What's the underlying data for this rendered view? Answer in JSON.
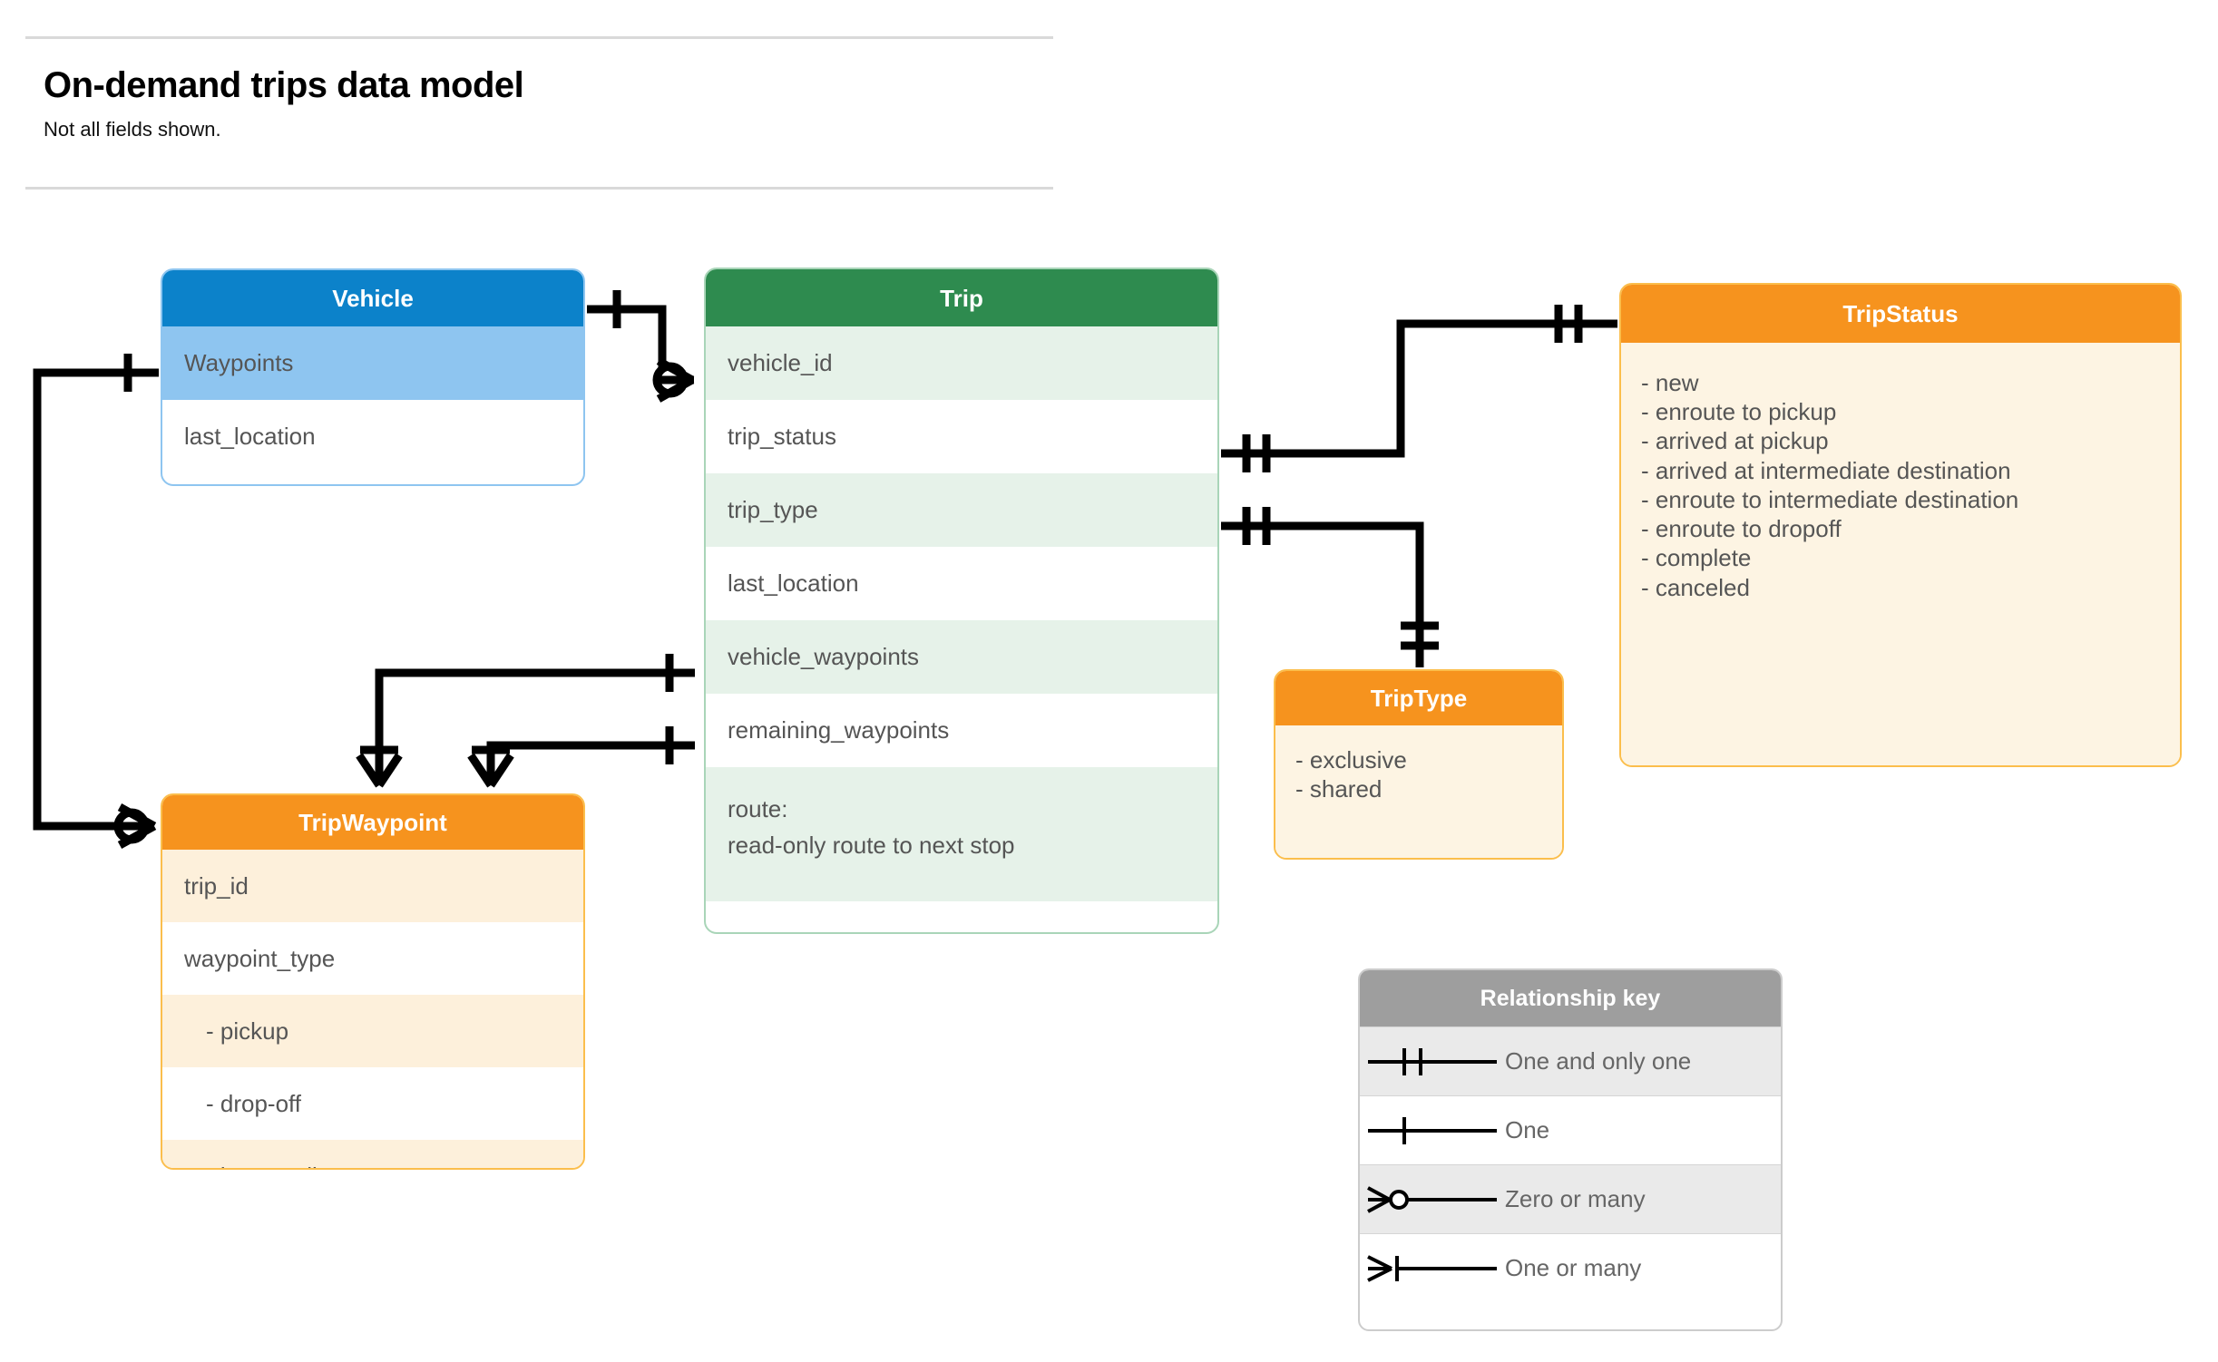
{
  "header": {
    "title": "On-demand trips data model",
    "subtitle": "Not all fields shown."
  },
  "entities": {
    "vehicle": {
      "title": "Vehicle",
      "header_color": "#0c82ca",
      "rows": [
        {
          "label": "Waypoints"
        },
        {
          "label": "last_location"
        }
      ]
    },
    "trip": {
      "title": "Trip",
      "header_color": "#2e8b4f",
      "rows": [
        {
          "label": "vehicle_id"
        },
        {
          "label": "trip_status"
        },
        {
          "label": "trip_type"
        },
        {
          "label": "last_location"
        },
        {
          "label": "vehicle_waypoints"
        },
        {
          "label": "remaining_waypoints"
        }
      ],
      "route_row": {
        "line1": "route:",
        "line2": "read-only route to next stop"
      }
    },
    "trip_status": {
      "title": "TripStatus",
      "header_color": "#f6931e",
      "values": [
        "- new",
        "- enroute to pickup",
        "- arrived at pickup",
        "- arrived at intermediate destination",
        "- enroute to intermediate destination",
        "- enroute to dropoff",
        "- complete",
        "- canceled"
      ]
    },
    "trip_type": {
      "title": "TripType",
      "header_color": "#f6931e",
      "values": [
        "- exclusive",
        "- shared"
      ]
    },
    "trip_waypoint": {
      "title": "TripWaypoint",
      "header_color": "#f6931e",
      "rows": [
        {
          "label": "trip_id"
        },
        {
          "label": "waypoint_type"
        },
        {
          "label": "-  pickup"
        },
        {
          "label": "-  drop-off"
        },
        {
          "label": "-  intermediate"
        }
      ]
    }
  },
  "relationship_key": {
    "title": "Relationship key",
    "rows": [
      {
        "symbol": "one-and-only-one-symbol",
        "label": "One and only one"
      },
      {
        "symbol": "one-symbol",
        "label": "One"
      },
      {
        "symbol": "zero-or-many-symbol",
        "label": "Zero or many"
      },
      {
        "symbol": "one-or-many-symbol",
        "label": "One or many"
      }
    ]
  },
  "relationships": [
    {
      "from": "Vehicle",
      "to": "Trip.vehicle_id",
      "from_card": "One",
      "to_card": "Zero or many"
    },
    {
      "from": "Vehicle.Waypoints",
      "to": "TripWaypoint",
      "from_card": "One",
      "to_card": "Zero or many"
    },
    {
      "from": "Trip.trip_status",
      "to": "TripStatus",
      "from_card": "One and only one",
      "to_card": "One and only one"
    },
    {
      "from": "Trip.trip_type",
      "to": "TripType",
      "from_card": "One and only one",
      "to_card": "One and only one"
    },
    {
      "from": "Trip.vehicle_waypoints",
      "to": "TripWaypoint",
      "from_card": "One",
      "to_card": "One or many"
    },
    {
      "from": "Trip.remaining_waypoints",
      "to": "TripWaypoint",
      "from_card": "One",
      "to_card": "One or many"
    }
  ],
  "colors": {
    "blue": "#0c82ca",
    "blue_light": "#8ec5f0",
    "green": "#2e8b4f",
    "green_light": "#e6f2e9",
    "orange": "#f6931e",
    "orange_light": "#fdf0db",
    "cream": "#fdf4e3",
    "gray": "#9e9e9e",
    "line": "#000000"
  }
}
